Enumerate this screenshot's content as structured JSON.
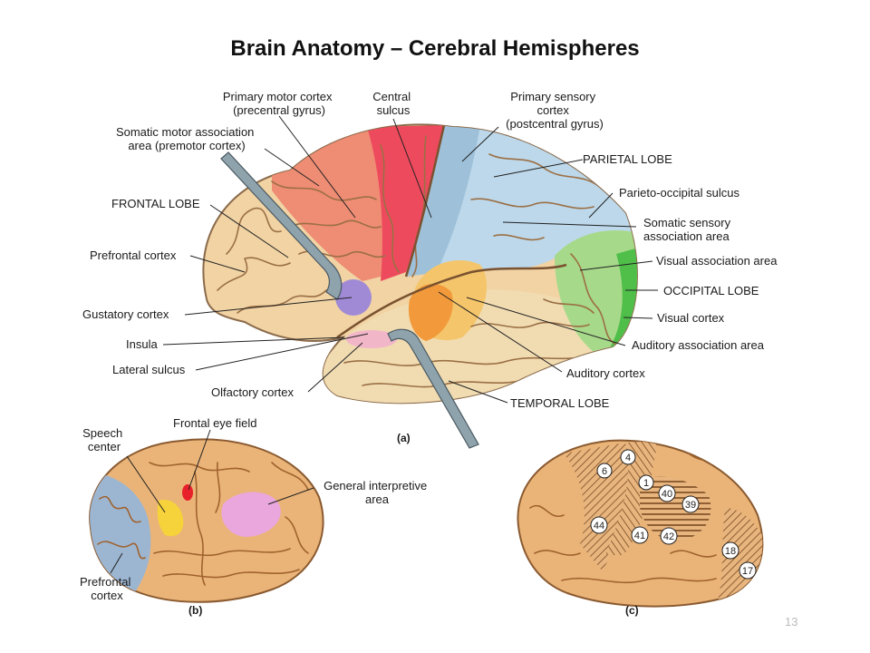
{
  "title": "Brain Anatomy – Cerebral Hemispheres",
  "page_number": "13",
  "colors": {
    "frontal": "#f1d3a4",
    "premotor": "#ef8c74",
    "primary_motor": "#ee4a5d",
    "primary_sensory": "#9ec1d9",
    "sensory_association": "#bcd8ea",
    "visual_association": "#a7d98a",
    "visual_cortex": "#4fbf4a",
    "auditory": "#f29a3b",
    "auditory_association": "#f4c56a",
    "gustatory": "#a08ad6",
    "olfactory": "#f2b6c9",
    "temporal": "#f1dcb2",
    "speech_center": "#f6d23b",
    "frontal_eye_field": "#e8202a",
    "general_interpretive": "#e9a7dd",
    "prefrontal_b": "#9cb6d2",
    "cortex_b": "#eab478"
  },
  "figure_a": {
    "panel_label": "(a)",
    "labels": {
      "primary_motor": [
        "Primary motor cortex",
        "(precentral gyrus)"
      ],
      "central_sulcus": [
        "Central",
        "sulcus"
      ],
      "primary_sensory": [
        "Primary sensory",
        "cortex",
        "(postcentral gyrus)"
      ],
      "somatic_motor_assoc": [
        "Somatic motor association",
        "area (premotor cortex)"
      ],
      "parietal_lobe": "PARIETAL LOBE",
      "frontal_lobe": "FRONTAL LOBE",
      "parieto_occipital": "Parieto-occipital sulcus",
      "somatic_sensory_assoc": [
        "Somatic sensory",
        "association area"
      ],
      "prefrontal": "Prefrontal cortex",
      "visual_assoc": "Visual association area",
      "occipital_lobe": "OCCIPITAL LOBE",
      "gustatory": "Gustatory cortex",
      "visual_cortex": "Visual cortex",
      "insula": "Insula",
      "auditory_assoc": "Auditory association area",
      "lateral_sulcus": "Lateral sulcus",
      "auditory_cortex": "Auditory cortex",
      "olfactory": "Olfactory cortex",
      "temporal_lobe": "TEMPORAL LOBE"
    }
  },
  "figure_b": {
    "panel_label": "(b)",
    "labels": {
      "speech_center": [
        "Speech",
        "center"
      ],
      "frontal_eye_field": "Frontal eye field",
      "general_interpretive": [
        "General interpretive",
        "area"
      ],
      "prefrontal": [
        "Prefrontal",
        "cortex"
      ]
    }
  },
  "figure_c": {
    "panel_label": "(c)",
    "brodmann_areas": [
      "4",
      "6",
      "1",
      "40",
      "39",
      "44",
      "41",
      "42",
      "18",
      "17"
    ]
  }
}
